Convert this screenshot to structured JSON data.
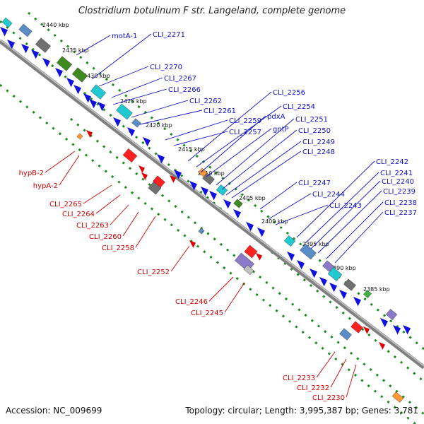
{
  "title": "Clostridium botulinum F str. Langeland, complete genome",
  "accession": "Accession: NC_009699",
  "topology": "Topology: circular; Length: 3,995,387 bp; Genes: 3,781",
  "colors": {
    "forward_cds": "#1010e0",
    "reverse_cds": "#e00000",
    "forward_label": "#1010c8",
    "reverse_label": "#d00000",
    "backbone": "#808080",
    "track_dots": "#1a8c1a",
    "tick_label": "#111111"
  },
  "ticks": [
    "2440 kbp",
    "2435 kbp",
    "2430 kbp",
    "2425 kbp",
    "2420 kbp",
    "2415 kbp",
    "2410 kbp",
    "2405 kbp",
    "2400 kbp",
    "2395 kbp",
    "2390 kbp",
    "2385 kbp"
  ],
  "forward_genes": [
    "motA-1",
    "CLI_2271",
    "CLI_2270",
    "CLI_2267",
    "CLI_2266",
    "CLI_2262",
    "CLI_2261",
    "CLI_2259",
    "CLI_2257",
    "CLI_2256",
    "CLI_2254",
    "pdxA",
    "gntP",
    "CLI_2251",
    "CLI_2250",
    "CLI_2249",
    "CLI_2248",
    "CLI_2247",
    "CLI_2244",
    "CLI_2243",
    "CLI_2242",
    "CLI_2241",
    "CLI_2240",
    "CLI_2239",
    "CLI_2238",
    "CLI_2237"
  ],
  "reverse_genes": [
    "hypB-2",
    "hypA-2",
    "CLI_2265",
    "CLI_2264",
    "CLI_2263",
    "CLI_2260",
    "CLI_2258",
    "CLI_2252",
    "CLI_2246",
    "CLI_2245",
    "CLI_2233",
    "CLI_2232",
    "CLI_2230"
  ]
}
